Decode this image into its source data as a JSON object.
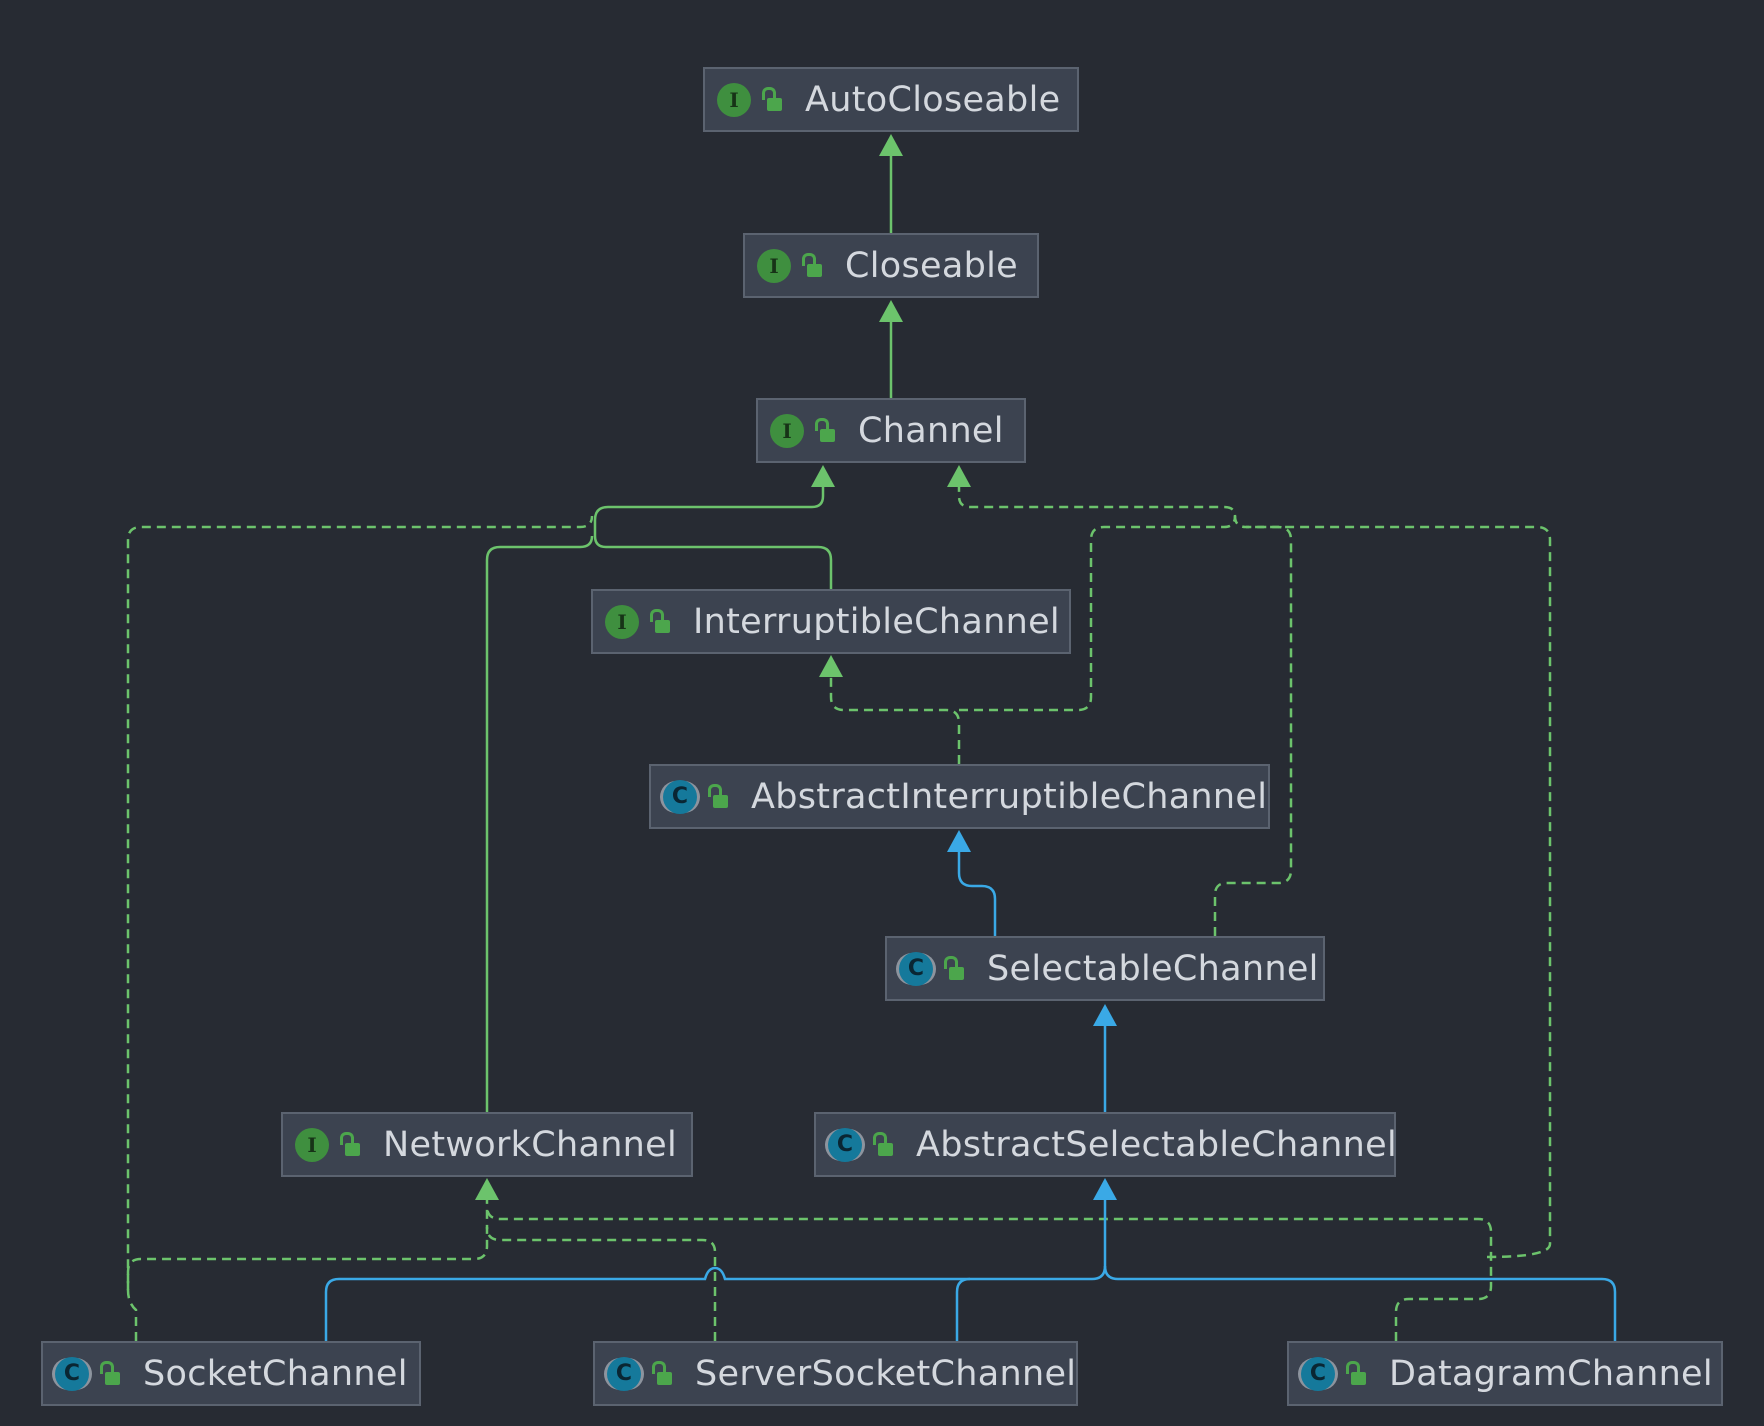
{
  "colors": {
    "background": "#272b33",
    "interface_edge": "#6cc36c",
    "class_edge": "#3aa9e6",
    "node_fill": "#3c4350",
    "node_border": "#5b6370"
  },
  "nodes": {
    "autocloseable": {
      "label": "AutoCloseable",
      "kind": "interface",
      "badge": "I"
    },
    "closeable": {
      "label": "Closeable",
      "kind": "interface",
      "badge": "I"
    },
    "channel": {
      "label": "Channel",
      "kind": "interface",
      "badge": "I"
    },
    "interruptiblechannel": {
      "label": "InterruptibleChannel",
      "kind": "interface",
      "badge": "I"
    },
    "abstractinterruptiblechannel": {
      "label": "AbstractInterruptibleChannel",
      "kind": "abstract-class",
      "badge": "C"
    },
    "selectablechannel": {
      "label": "SelectableChannel",
      "kind": "abstract-class",
      "badge": "C"
    },
    "networkchannel": {
      "label": "NetworkChannel",
      "kind": "interface",
      "badge": "I"
    },
    "abstractselectablechannel": {
      "label": "AbstractSelectableChannel",
      "kind": "abstract-class",
      "badge": "C"
    },
    "socketchannel": {
      "label": "SocketChannel",
      "kind": "abstract-class",
      "badge": "C"
    },
    "serversocketchannel": {
      "label": "ServerSocketChannel",
      "kind": "abstract-class",
      "badge": "C"
    },
    "datagramchannel": {
      "label": "DatagramChannel",
      "kind": "abstract-class",
      "badge": "C"
    }
  }
}
